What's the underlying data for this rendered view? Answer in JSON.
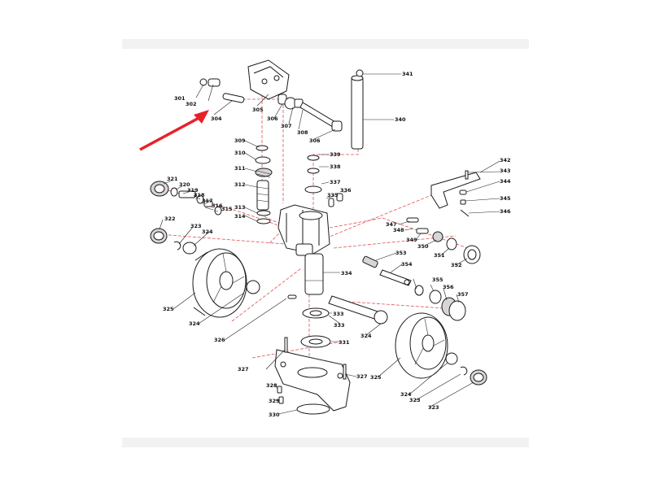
{
  "diagram": {
    "colors": {
      "arrow": "#e8202a",
      "guide_lines": "#e05050",
      "ink": "#1a1a1a",
      "band": "#f2f2f2"
    },
    "labels": {
      "l301": "301",
      "l302": "302",
      "l304": "304",
      "l305": "305",
      "l306a": "306",
      "l307": "307",
      "l308": "308",
      "l306b": "306",
      "l341": "341",
      "l340": "340",
      "l309": "309",
      "l310": "310",
      "l311": "311",
      "l312": "312",
      "l313": "313",
      "l314": "314",
      "l339": "339",
      "l338": "338",
      "l337": "337",
      "l335": "335",
      "l336": "336",
      "l342": "342",
      "l343": "343",
      "l344": "344",
      "l345": "345",
      "l346": "346",
      "l321": "321",
      "l320": "320",
      "l319": "319",
      "l318": "318",
      "l317": "317",
      "l316": "316",
      "l315": "315",
      "l322": "322",
      "l323a": "323",
      "l324a": "324",
      "l347": "347",
      "l348": "348",
      "l349": "349",
      "l350": "350",
      "l351": "351",
      "l352": "352",
      "l353": "353",
      "l354": "354",
      "l355": "355",
      "l356": "356",
      "l357": "357",
      "l334": "334",
      "l325a": "325",
      "l324b": "324",
      "l326": "326",
      "l333a": "333",
      "l333b": "333",
      "l324c": "324",
      "l331": "331",
      "l325b": "325",
      "l327a": "327",
      "l327b": "327",
      "l328": "328",
      "l329": "329",
      "l330": "330",
      "l324d": "324",
      "l323b": "323",
      "l323c": "323"
    }
  }
}
